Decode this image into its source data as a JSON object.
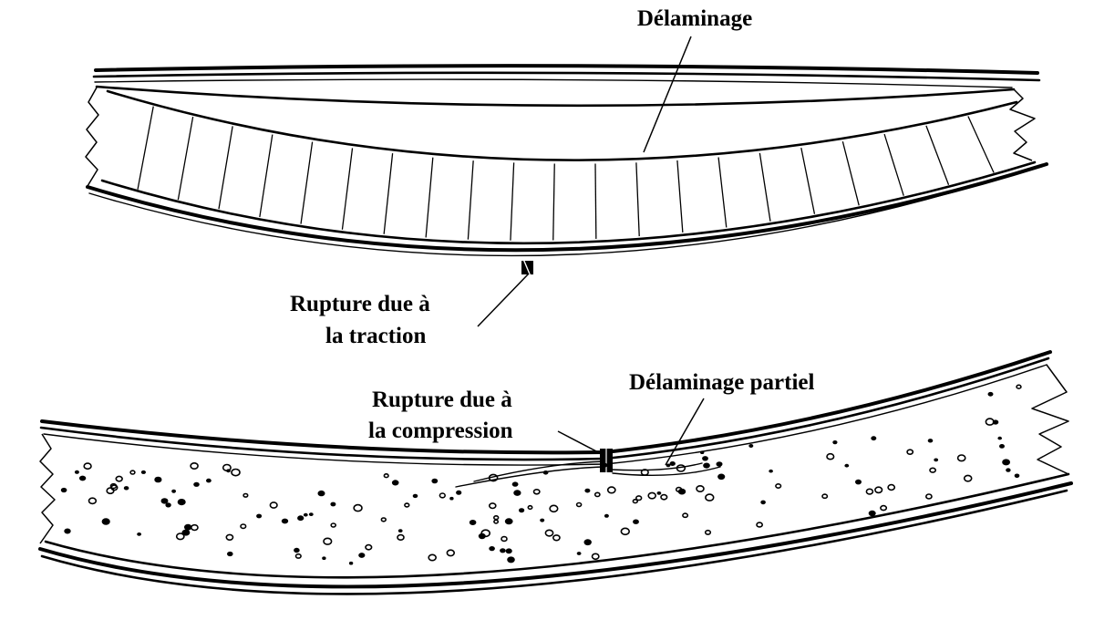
{
  "labels": {
    "top_delamination": "Délaminage",
    "top_tension_line1": "Rupture due à",
    "top_tension_line2": "la traction",
    "bottom_compression_line1": "Rupture due à",
    "bottom_compression_line2": "la compression",
    "bottom_partial_delamination": "Délaminage partiel"
  }
}
